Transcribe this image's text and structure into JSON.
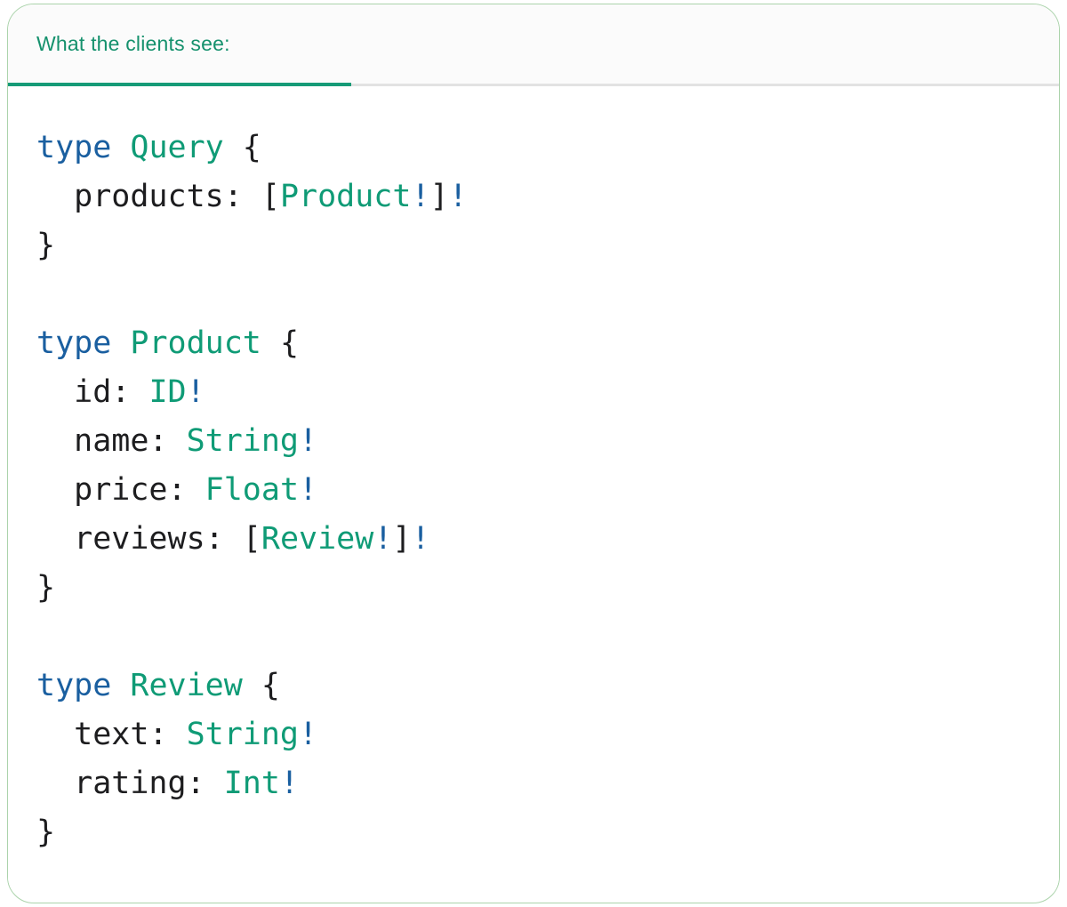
{
  "panel": {
    "tab_label": "What the clients see:"
  },
  "colors": {
    "accent_teal": "#0f9b76",
    "keyword_blue": "#1a5fa0",
    "text_dark": "#1d1d1f",
    "header_teal": "#15916d",
    "tab_underline_green": "#169b77",
    "divider_gray": "#e2e2e2",
    "card_border_green": "#abd3ab",
    "header_bg": "#fbfbfb"
  },
  "code": {
    "language": "graphql",
    "lines": [
      {
        "tokens": [
          {
            "text": "type",
            "cls": "kw"
          },
          {
            "text": " ",
            "cls": "pl"
          },
          {
            "text": "Query",
            "cls": "ty"
          },
          {
            "text": " {",
            "cls": "pl"
          }
        ]
      },
      {
        "tokens": [
          {
            "text": "  products: [",
            "cls": "pl"
          },
          {
            "text": "Product",
            "cls": "ty"
          },
          {
            "text": "!",
            "cls": "bang"
          },
          {
            "text": "]",
            "cls": "pl"
          },
          {
            "text": "!",
            "cls": "bang"
          }
        ]
      },
      {
        "tokens": [
          {
            "text": "}",
            "cls": "pl"
          }
        ]
      },
      {
        "tokens": []
      },
      {
        "tokens": [
          {
            "text": "type",
            "cls": "kw"
          },
          {
            "text": " ",
            "cls": "pl"
          },
          {
            "text": "Product",
            "cls": "ty"
          },
          {
            "text": " {",
            "cls": "pl"
          }
        ]
      },
      {
        "tokens": [
          {
            "text": "  id: ",
            "cls": "pl"
          },
          {
            "text": "ID",
            "cls": "ty"
          },
          {
            "text": "!",
            "cls": "bang"
          }
        ]
      },
      {
        "tokens": [
          {
            "text": "  name: ",
            "cls": "pl"
          },
          {
            "text": "String",
            "cls": "ty"
          },
          {
            "text": "!",
            "cls": "bang"
          }
        ]
      },
      {
        "tokens": [
          {
            "text": "  price: ",
            "cls": "pl"
          },
          {
            "text": "Float",
            "cls": "ty"
          },
          {
            "text": "!",
            "cls": "bang"
          }
        ]
      },
      {
        "tokens": [
          {
            "text": "  reviews: [",
            "cls": "pl"
          },
          {
            "text": "Review",
            "cls": "ty"
          },
          {
            "text": "!",
            "cls": "bang"
          },
          {
            "text": "]",
            "cls": "pl"
          },
          {
            "text": "!",
            "cls": "bang"
          }
        ]
      },
      {
        "tokens": [
          {
            "text": "}",
            "cls": "pl"
          }
        ]
      },
      {
        "tokens": []
      },
      {
        "tokens": [
          {
            "text": "type",
            "cls": "kw"
          },
          {
            "text": " ",
            "cls": "pl"
          },
          {
            "text": "Review",
            "cls": "ty"
          },
          {
            "text": " {",
            "cls": "pl"
          }
        ]
      },
      {
        "tokens": [
          {
            "text": "  text: ",
            "cls": "pl"
          },
          {
            "text": "String",
            "cls": "ty"
          },
          {
            "text": "!",
            "cls": "bang"
          }
        ]
      },
      {
        "tokens": [
          {
            "text": "  rating: ",
            "cls": "pl"
          },
          {
            "text": "Int",
            "cls": "ty"
          },
          {
            "text": "!",
            "cls": "bang"
          }
        ]
      },
      {
        "tokens": [
          {
            "text": "}",
            "cls": "pl"
          }
        ]
      }
    ]
  }
}
